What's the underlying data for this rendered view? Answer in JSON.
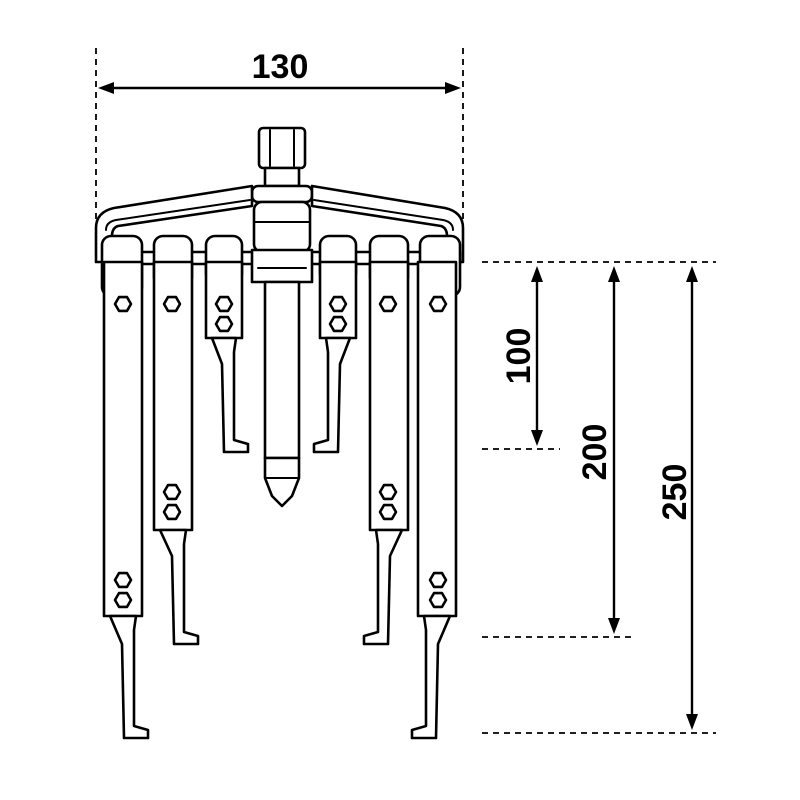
{
  "dimensions": {
    "width_label": "130",
    "length_short_label": "100",
    "length_medium_label": "200",
    "length_long_label": "250"
  },
  "colors": {
    "ink": "#000000",
    "background": "#ffffff"
  }
}
